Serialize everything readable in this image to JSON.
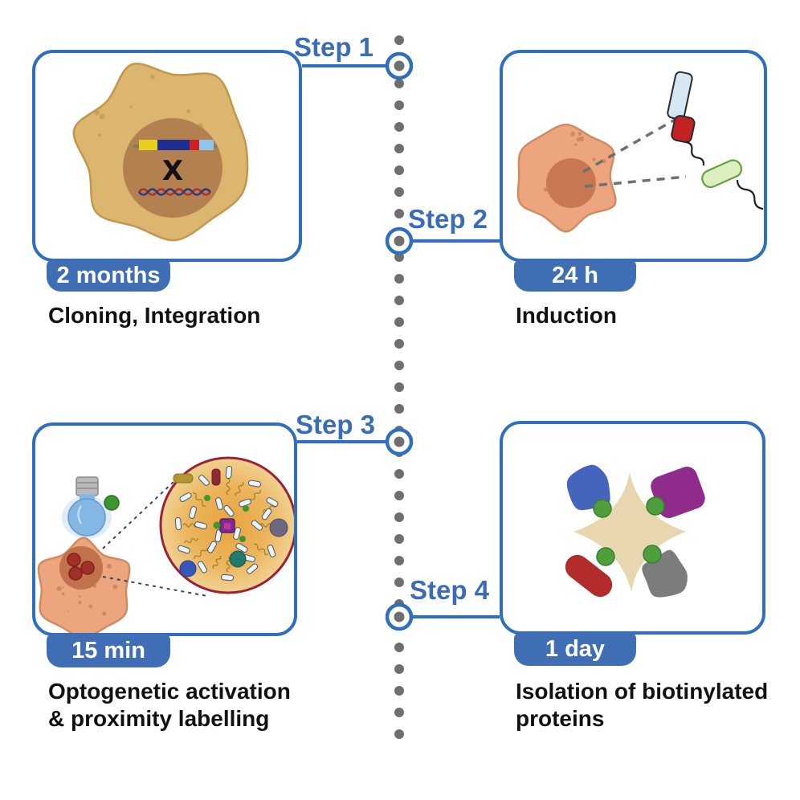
{
  "diagram": {
    "description": "four-step experimental workflow timeline",
    "timeline": {
      "orientation": "vertical-dotted",
      "node_count": 4
    },
    "steps": [
      {
        "label": "Step 1",
        "duration": "2 months",
        "caption_lines": [
          "Cloning, Integration"
        ],
        "illustration": "cell-with-integrated-dna-construct",
        "x_mark": "X"
      },
      {
        "label": "Step 2",
        "duration": "24 h",
        "caption_lines": [
          "Induction"
        ],
        "illustration": "cell-expressing-fusion-proteins"
      },
      {
        "label": "Step 3",
        "duration": "15 min",
        "caption_lines": [
          "Optogenetic activation",
          "& proximity labelling"
        ],
        "illustration": "light-activated-proximity-labelling-cell"
      },
      {
        "label": "Step 4",
        "duration": "1 day",
        "caption_lines": [
          "Isolation of biotinylated",
          "proteins"
        ],
        "illustration": "streptavidin-biotin-protein-capture"
      }
    ],
    "colors": {
      "panel_border": "#2f6fbe",
      "badge_background": "#3f6eb4",
      "badge_text": "#ffffff",
      "step_text": "#3a6cb8",
      "caption_text": "#111111",
      "timeline_dot": "#6f6f6f",
      "node_ring": "#2f6fbe",
      "cell1_body": "#dcb56e",
      "cell1_nucleus": "#b3814f",
      "cell_salmon_body": "#eda57f",
      "cell_salmon_nucleus": "#c87953",
      "zoom_circle_border": "#9b2335",
      "star": "#e7d6ae",
      "biotin_green": "#4f9e3c"
    }
  }
}
